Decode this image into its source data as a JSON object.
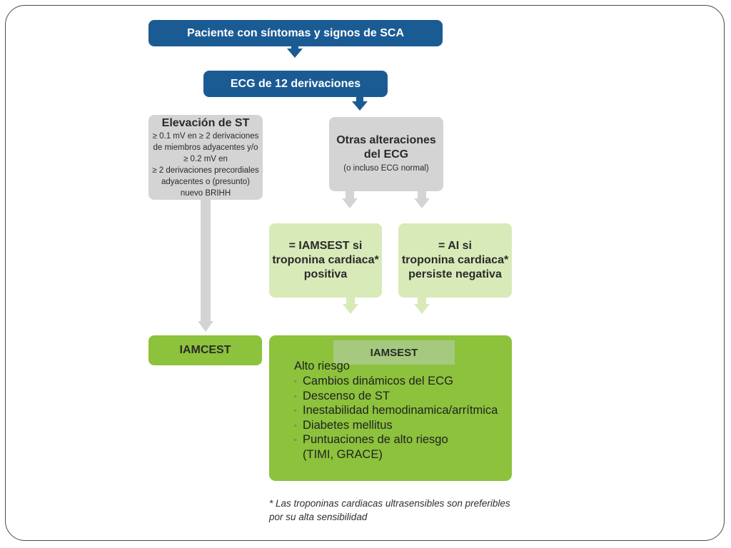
{
  "flowchart": {
    "start": "Paciente con síntomas y signos de SCA",
    "ecg": "ECG de 12 derivaciones",
    "st_elevation": {
      "title": "Elevación de ST",
      "criteria": [
        "≥ 0.1 mV en ≥ 2 derivaciones",
        "de miembros adyacentes y/o",
        "≥ 0.2 mV en",
        "≥ 2 derivaciones precordiales",
        "adyacentes o (presunto)",
        "nuevo BRIHH"
      ]
    },
    "other_ecg": {
      "title_line1": "Otras alteraciones",
      "title_line2": "del ECG",
      "subtitle": "(o incluso ECG normal)"
    },
    "iamsest_condition": {
      "line1": "= IAMSEST si",
      "line2": "troponina cardiaca*",
      "line3": "positiva"
    },
    "ai_condition": {
      "line1": "= AI si",
      "line2": "troponina cardiaca*",
      "line3": "persiste negativa"
    },
    "iamcest": "IAMCEST",
    "iamsest_box": {
      "title": "IAMSEST",
      "heading": "Alto riesgo",
      "items": [
        "Cambios dinámicos del ECG",
        "Descenso de ST",
        "Inestabilidad hemodinamica/arrítmica",
        "Diabetes mellitus",
        "Puntuaciones de alto riesgo",
        "(TIMI, GRACE)"
      ],
      "bullets": [
        "▫",
        "▫",
        "▫",
        "▫",
        "▫",
        ""
      ]
    },
    "footnote_line1": "* Las troponinas cardiacas ultrasensibles son preferibles",
    "footnote_line2": "por su alta sensibilidad"
  },
  "colors": {
    "blue": "#1b5b94",
    "grey": "#d4d4d4",
    "light_green": "#d8eab8",
    "green": "#8cc23c"
  }
}
